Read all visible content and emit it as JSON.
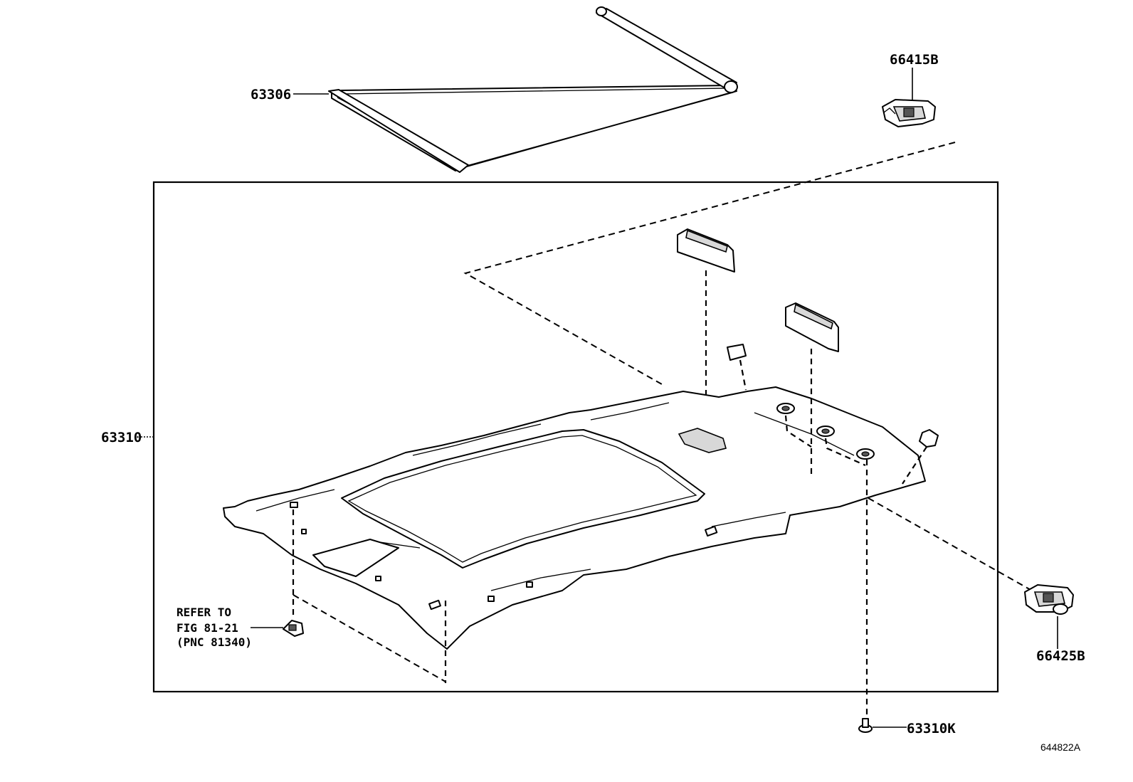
{
  "labels": {
    "sunshade": "63306",
    "clip_top": "66415B",
    "headliner": "63310",
    "clip_right": "66425B",
    "clip_bottom": "63310K",
    "refer_line1": "REFER TO",
    "refer_line2": "FIG 81-21",
    "refer_line3": "(PNC 81340)",
    "illustration_id": "644822A"
  }
}
